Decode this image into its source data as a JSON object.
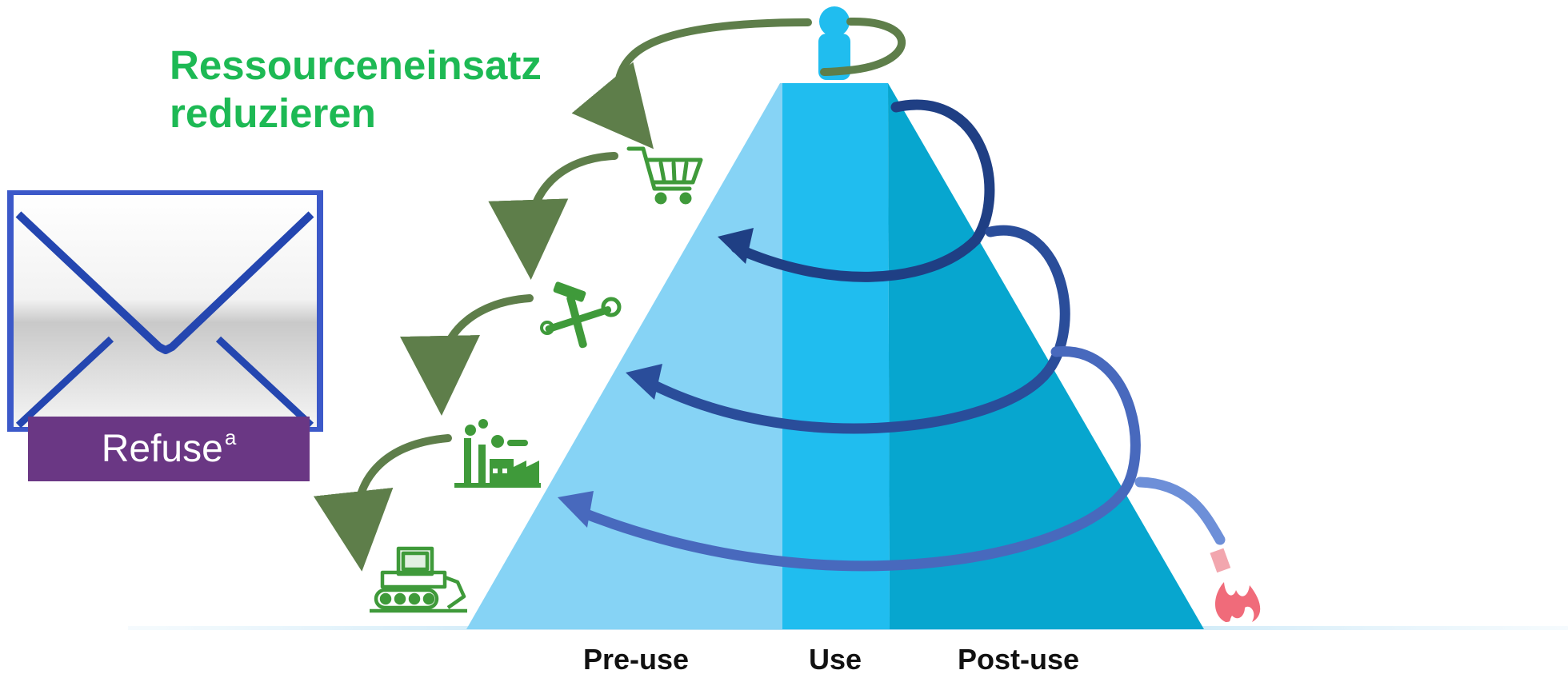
{
  "heading": {
    "line1": "Ressourceneinsatz",
    "line2": "reduzieren"
  },
  "refuse_box": {
    "label": "Refuse",
    "superscript": "a"
  },
  "stages": {
    "pre_use": "Pre-use",
    "use": "Use",
    "post_use": "Post-use"
  },
  "colors": {
    "heading": "#1db954",
    "pre_use_face": "#86d3f5",
    "use_face": "#20bdef",
    "post_use_face": "#07a6cf",
    "green_arrows": "#5e7e4a",
    "icon_green": "#3f9a3a",
    "loop_dark": "#1f3f84",
    "loop_light": "#5d82d0",
    "refuse_box": "#6a3784",
    "fire": "#f06b7a"
  },
  "icons": [
    "person-icon",
    "shopping-cart-icon",
    "tools-icon",
    "factory-icon",
    "excavator-icon",
    "fire-icon",
    "envelope-icon"
  ]
}
